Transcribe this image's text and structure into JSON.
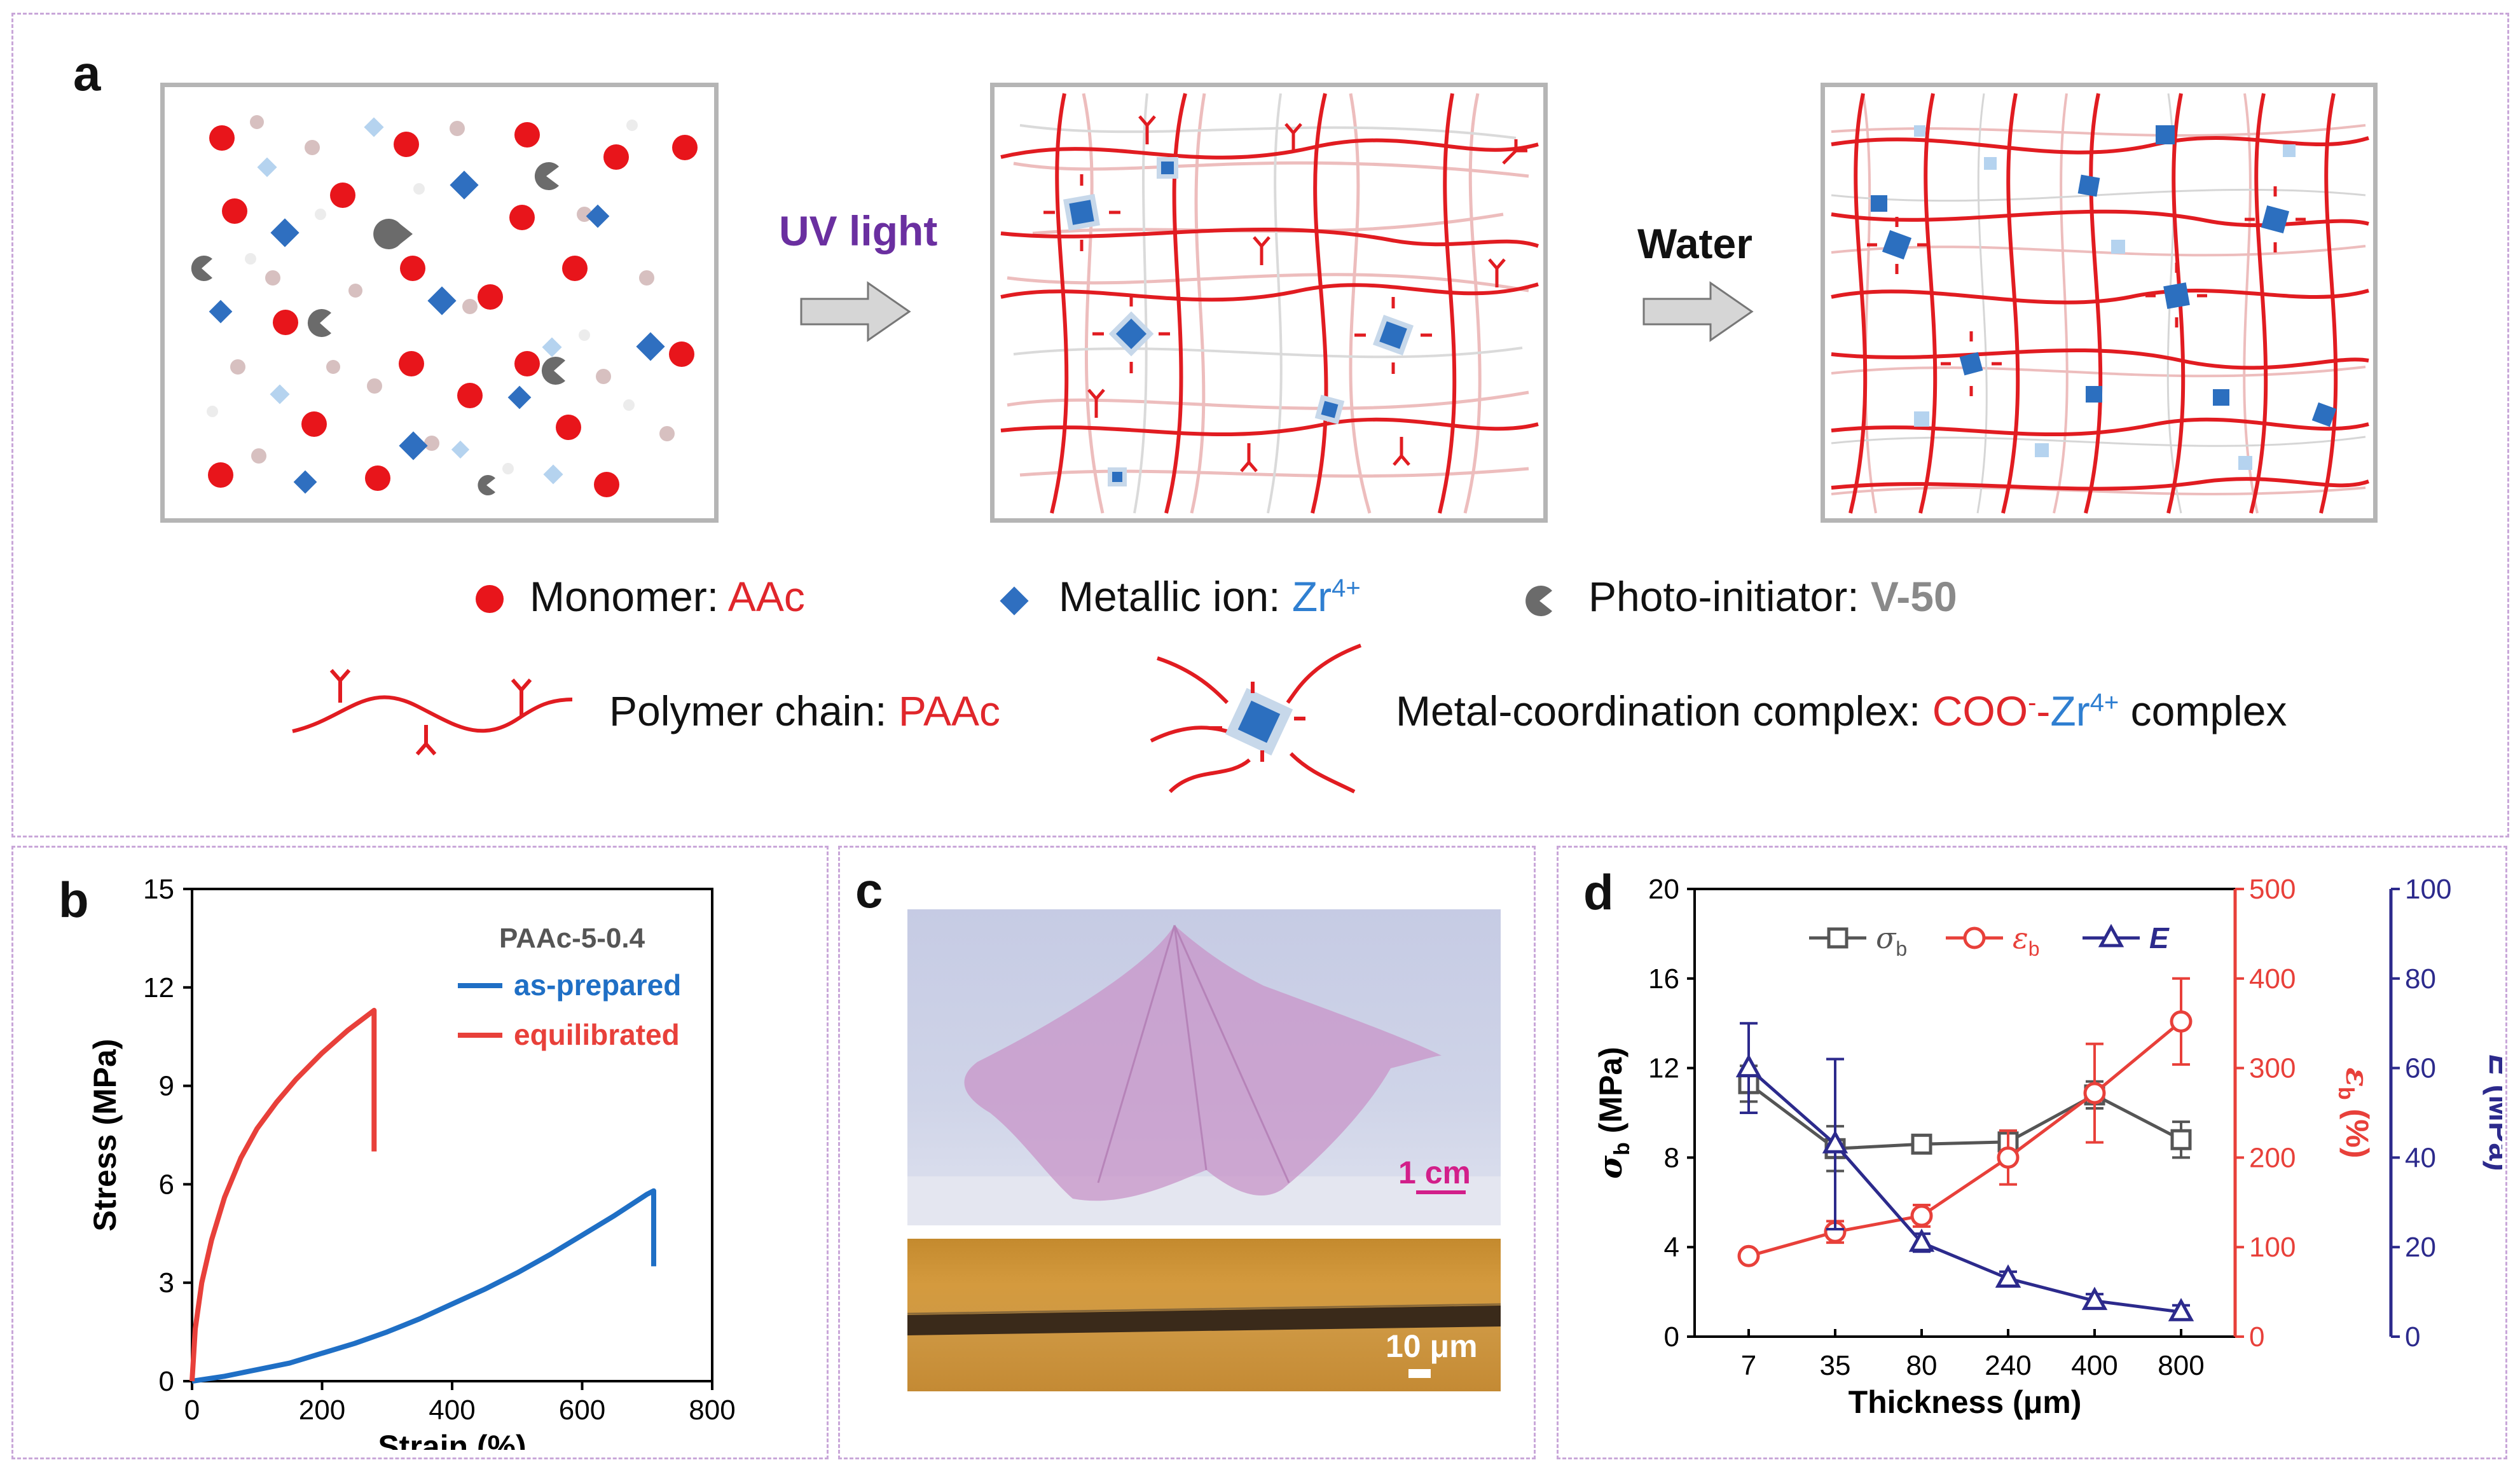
{
  "panel_a": {
    "label": "a",
    "step1": "UV light",
    "step2": "Water",
    "legend": {
      "monomer_prefix": "Monomer: ",
      "monomer_value": "AAc",
      "ion_prefix": "Metallic ion: ",
      "ion_value": "Zr",
      "ion_sup": "4+",
      "initiator_prefix": "Photo-initiator: ",
      "initiator_value": "V-50",
      "chain_prefix": "Polymer chain: ",
      "chain_value": "PAAc",
      "complex_prefix": "Metal-coordination complex: ",
      "complex_coo": "COO",
      "complex_minus": "-",
      "complex_dash": "-",
      "complex_zr": "Zr",
      "complex_sup": "4+",
      "complex_suffix": " complex"
    }
  },
  "panel_b": {
    "label": "b",
    "chart_data": {
      "type": "line",
      "xlabel": "Strain (%)",
      "ylabel": "Stress (MPa)",
      "xlim": [
        0,
        800
      ],
      "ylim": [
        0,
        15
      ],
      "xticks": [
        0,
        200,
        400,
        600,
        800
      ],
      "yticks": [
        0,
        3,
        6,
        9,
        12,
        15
      ],
      "xtick_labels": [
        "0",
        "200",
        "400",
        "600",
        "800"
      ],
      "ytick_labels": [
        "0",
        "3",
        "6",
        "9",
        "12",
        "15"
      ],
      "legend_title": "PAAc-5-0.4",
      "legend_position": "top-right",
      "series": [
        {
          "name": "as-prepared",
          "color": "#1f6fc5",
          "x": [
            0,
            50,
            100,
            150,
            200,
            250,
            300,
            350,
            400,
            450,
            500,
            550,
            600,
            650,
            700,
            710,
            710
          ],
          "y": [
            0,
            0.15,
            0.35,
            0.55,
            0.85,
            1.15,
            1.5,
            1.9,
            2.35,
            2.8,
            3.3,
            3.85,
            4.45,
            5.05,
            5.7,
            5.8,
            3.5
          ]
        },
        {
          "name": "equilibrated",
          "color": "#e8403a",
          "x": [
            0,
            5,
            15,
            30,
            50,
            75,
            100,
            130,
            160,
            200,
            240,
            280,
            280
          ],
          "y": [
            0,
            1.6,
            3.0,
            4.3,
            5.6,
            6.8,
            7.7,
            8.5,
            9.2,
            10.0,
            10.7,
            11.3,
            7.0
          ]
        }
      ]
    }
  },
  "panel_c": {
    "label": "c",
    "scale_top": "1 cm",
    "scale_bottom": "10 μm"
  },
  "panel_d": {
    "label": "d",
    "chart_data": {
      "type": "line",
      "xlabel": "Thickness (μm)",
      "categories": [
        "7",
        "35",
        "80",
        "240",
        "400",
        "800"
      ],
      "left_axis": {
        "label": "σ",
        "sub": "b",
        "unit": " (MPa)",
        "range": [
          0,
          20
        ],
        "ticks": [
          0,
          4,
          8,
          12,
          16,
          20
        ],
        "tick_labels": [
          "0",
          "4",
          "8",
          "12",
          "16",
          "20"
        ],
        "color": "#222222"
      },
      "right_axis_1": {
        "label": "ε",
        "sub": "b",
        "unit": " (%)",
        "range": [
          0,
          500
        ],
        "ticks": [
          0,
          100,
          200,
          300,
          400,
          500
        ],
        "tick_labels": [
          "0",
          "100",
          "200",
          "300",
          "400",
          "500"
        ],
        "color": "#e8403a"
      },
      "right_axis_2": {
        "label": "E",
        "unit": " (MPa)",
        "range": [
          0,
          100
        ],
        "ticks": [
          0,
          20,
          40,
          60,
          80,
          100
        ],
        "tick_labels": [
          "0",
          "20",
          "40",
          "60",
          "80",
          "100"
        ],
        "color": "#2c2a8c"
      },
      "legend_position": "top-center",
      "series": [
        {
          "name": "σ",
          "sub": "b",
          "axis": "left",
          "color": "#555555",
          "marker": "square",
          "values": [
            11.3,
            8.4,
            8.6,
            8.7,
            10.8,
            8.8
          ],
          "errors": [
            0.8,
            1.0,
            0.3,
            0.5,
            0.6,
            0.8
          ]
        },
        {
          "name": "ε",
          "sub": "b",
          "axis": "right1",
          "color": "#e8403a",
          "marker": "circle",
          "values": [
            90,
            117,
            135,
            200,
            272,
            352
          ],
          "errors": [
            5,
            12,
            12,
            30,
            55,
            48
          ]
        },
        {
          "name": "E",
          "axis": "right2",
          "color": "#2c2a8c",
          "marker": "triangle",
          "values": [
            60,
            43,
            21,
            13,
            8,
            5.5
          ],
          "errors": [
            10,
            19,
            2,
            1.5,
            1.5,
            1.5
          ]
        }
      ]
    }
  }
}
